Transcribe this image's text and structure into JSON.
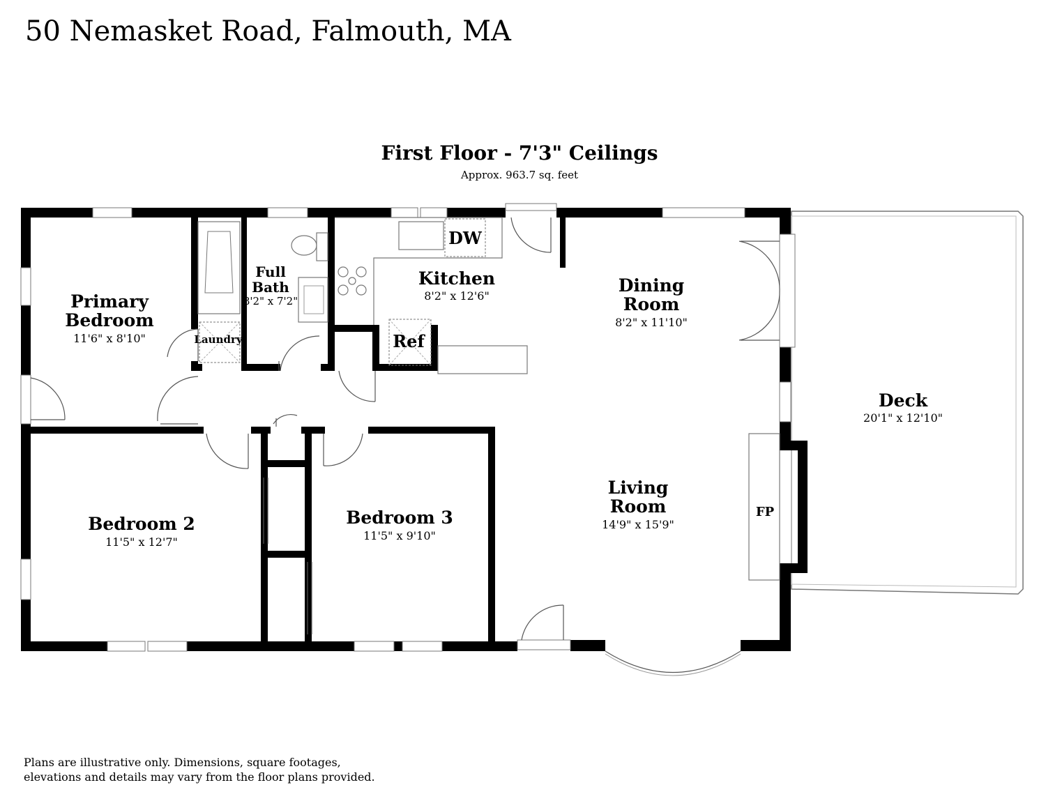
{
  "header": {
    "address": "50 Nemasket Road, Falmouth, MA",
    "floor_title": "First Floor - 7'3\" Ceilings",
    "floor_area": "Approx. 963.7 sq. feet"
  },
  "rooms": {
    "primary_bedroom": {
      "name_line1": "Primary",
      "name_line2": "Bedroom",
      "dims": "11'6\" x 8'10\""
    },
    "full_bath": {
      "name_line1": "Full",
      "name_line2": "Bath",
      "dims": "8'2\" x 7'2\""
    },
    "kitchen": {
      "name": "Kitchen",
      "dims": "8'2\" x 12'6\""
    },
    "dining_room": {
      "name_line1": "Dining",
      "name_line2": "Room",
      "dims": "8'2\" x 11'10\""
    },
    "deck": {
      "name": "Deck",
      "dims": "20'1\" x 12'10\""
    },
    "living_room": {
      "name_line1": "Living",
      "name_line2": "Room",
      "dims": "14'9\" x 15'9\""
    },
    "bedroom_2": {
      "name": "Bedroom 2",
      "dims": "11'5\" x 12'7\""
    },
    "bedroom_3": {
      "name": "Bedroom 3",
      "dims": "11'5\" x 9'10\""
    }
  },
  "fixtures": {
    "dishwasher": "DW",
    "refrigerator": "Ref",
    "laundry": "Laundry",
    "fireplace": "FP"
  },
  "footer": {
    "disclaimer_line1": "Plans are illustrative only. Dimensions, square footages,",
    "disclaimer_line2": "elevations and details may vary from the floor plans provided."
  }
}
